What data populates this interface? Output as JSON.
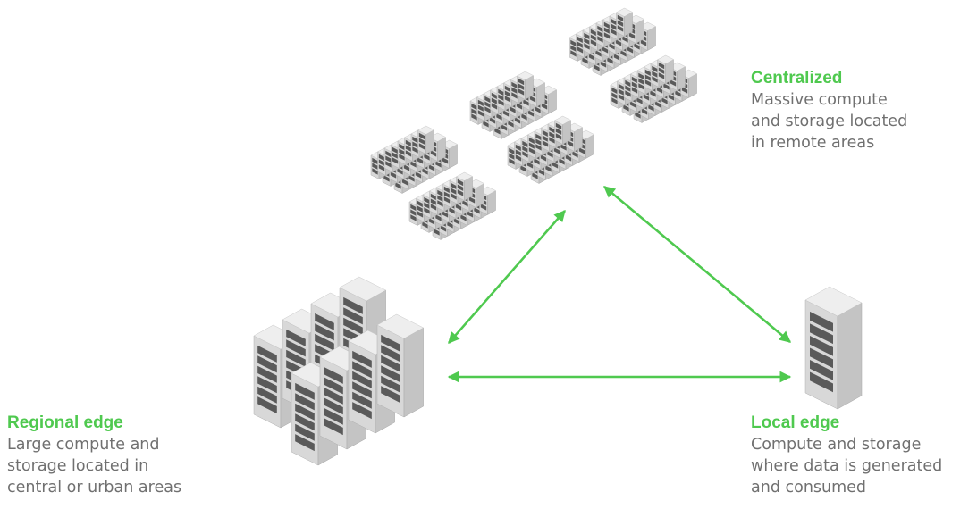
{
  "colors": {
    "accent": "#4fc94f",
    "text": "#707070",
    "rack_front": "#d8d8d8",
    "rack_side": "#c4c4c4",
    "rack_top": "#eeeeee",
    "rack_panel": "#5a5a5a"
  },
  "centralized": {
    "title": "Centralized",
    "lines": [
      "Massive compute",
      "and storage located",
      "in remote areas"
    ]
  },
  "regional": {
    "title": "Regional edge",
    "lines": [
      "Large compute and",
      "storage located in",
      "central or urban areas"
    ]
  },
  "local": {
    "title": "Local edge",
    "lines": [
      "Compute and storage",
      "where data is generated",
      "and consumed"
    ]
  },
  "connections": [
    {
      "from": "centralized",
      "to": "regional",
      "direction": "bidirectional"
    },
    {
      "from": "centralized",
      "to": "local",
      "direction": "bidirectional"
    },
    {
      "from": "regional",
      "to": "local",
      "direction": "bidirectional"
    }
  ]
}
